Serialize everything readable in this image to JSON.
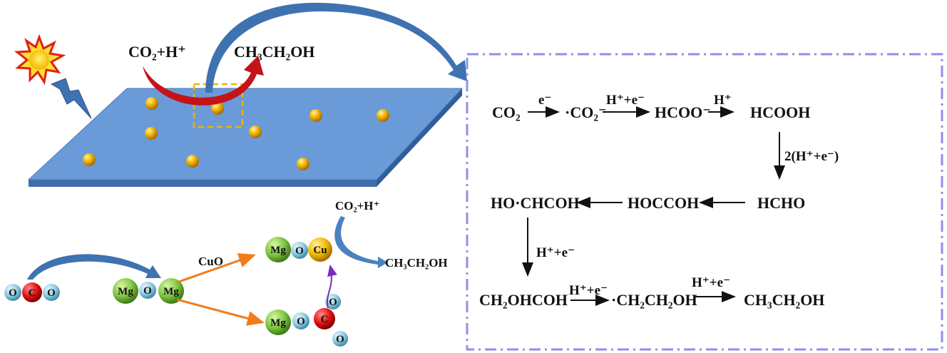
{
  "surface": {
    "reactant_label": "CO₂+H⁺",
    "product_label": "CH₃CH₂OH"
  },
  "mechanism": {
    "reactant_label": "CO₂+H⁺",
    "product_label": "CH₃CH₂OH",
    "cuo_label": "CuO",
    "atoms": {
      "o": "O",
      "c": "C",
      "mg": "Mg",
      "cu": "Cu"
    }
  },
  "pathway": {
    "row1": {
      "s1": "CO₂",
      "a1": "e⁻",
      "s2": "·CO₂⁻",
      "a2": "H⁺+e⁻",
      "s3": "HCOO⁻",
      "a3": "H⁺",
      "s4": "HCOOH"
    },
    "down1": "2(H⁺+e⁻)",
    "row2": {
      "s1": "HO·CHCOH",
      "s2": "HOCCOH",
      "s3": "HCHO"
    },
    "down2": "H⁺+e⁻",
    "row3": {
      "s1": "CH₂OHCOH",
      "a1": "H⁺+e⁻",
      "s2": "·CH₂CH₂OH",
      "a2": "H⁺+e⁻",
      "s3": "CH₃CH₂OH"
    }
  },
  "colors": {
    "plate": "#5b8fd0",
    "box": "#8f8fe8",
    "arrow_blue": "#3f72b0",
    "arrow_red": "#c4141a",
    "mg": "#7cc540",
    "o": "#8fcbe0",
    "c": "#e01010",
    "cu": "#f0b800",
    "orange": "#f07d1a"
  }
}
